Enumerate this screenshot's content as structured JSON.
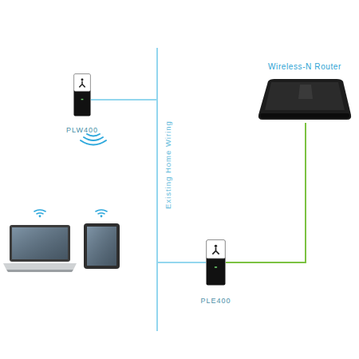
{
  "diagram": {
    "nodes": [
      {
        "text": [
          "PLW400"
        ]
      },
      {
        "text": [
          "Wireless-N Router"
        ]
      },
      {
        "text": [
          "PLE400"
        ]
      }
    ],
    "edges": [
      {
        "from": 0,
        "to": 2,
        "arrow": "none"
      },
      {
        "from": 2,
        "to": 1,
        "arrow": "none"
      }
    ],
    "labels": [
      "Existing Home Wiring"
    ]
  }
}
